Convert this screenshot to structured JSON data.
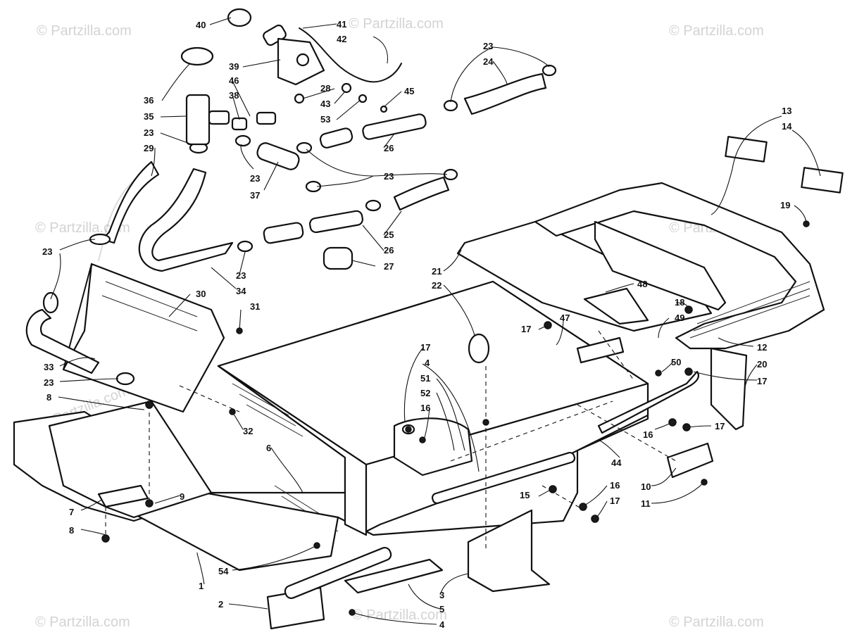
{
  "watermark": "© Partzilla.com",
  "callouts": [
    {
      "id": "c40",
      "text": "40"
    },
    {
      "id": "c41",
      "text": "41"
    },
    {
      "id": "c42",
      "text": "42"
    },
    {
      "id": "c39",
      "text": "39"
    },
    {
      "id": "c36",
      "text": "36"
    },
    {
      "id": "c28",
      "text": "28"
    },
    {
      "id": "c46",
      "text": "46"
    },
    {
      "id": "c38",
      "text": "38"
    },
    {
      "id": "c43",
      "text": "43"
    },
    {
      "id": "c35",
      "text": "35"
    },
    {
      "id": "c53",
      "text": "53"
    },
    {
      "id": "c45",
      "text": "45"
    },
    {
      "id": "c23a",
      "text": "23"
    },
    {
      "id": "c24",
      "text": "24"
    },
    {
      "id": "c23b",
      "text": "23"
    },
    {
      "id": "c29",
      "text": "29"
    },
    {
      "id": "c26a",
      "text": "26"
    },
    {
      "id": "c23c",
      "text": "23"
    },
    {
      "id": "c37",
      "text": "37"
    },
    {
      "id": "c23d",
      "text": "23"
    },
    {
      "id": "c25",
      "text": "25"
    },
    {
      "id": "c26b",
      "text": "26"
    },
    {
      "id": "c27",
      "text": "27"
    },
    {
      "id": "c23e",
      "text": "23"
    },
    {
      "id": "c34",
      "text": "34"
    },
    {
      "id": "c23f",
      "text": "23"
    },
    {
      "id": "c30",
      "text": "30"
    },
    {
      "id": "c31",
      "text": "31"
    },
    {
      "id": "c33",
      "text": "33"
    },
    {
      "id": "c23g",
      "text": "23"
    },
    {
      "id": "c8a",
      "text": "8"
    },
    {
      "id": "c32",
      "text": "32"
    },
    {
      "id": "c6",
      "text": "6"
    },
    {
      "id": "c9",
      "text": "9"
    },
    {
      "id": "c7",
      "text": "7"
    },
    {
      "id": "c8b",
      "text": "8"
    },
    {
      "id": "c54",
      "text": "54"
    },
    {
      "id": "c1",
      "text": "1"
    },
    {
      "id": "c2",
      "text": "2"
    },
    {
      "id": "c4a",
      "text": "4"
    },
    {
      "id": "c3",
      "text": "3"
    },
    {
      "id": "c5",
      "text": "5"
    },
    {
      "id": "c21",
      "text": "21"
    },
    {
      "id": "c22",
      "text": "22"
    },
    {
      "id": "c17a",
      "text": "17"
    },
    {
      "id": "c47",
      "text": "47"
    },
    {
      "id": "c48",
      "text": "48"
    },
    {
      "id": "c17b",
      "text": "17"
    },
    {
      "id": "c4b",
      "text": "4"
    },
    {
      "id": "c51",
      "text": "51"
    },
    {
      "id": "c52",
      "text": "52"
    },
    {
      "id": "c16a",
      "text": "16"
    },
    {
      "id": "c18",
      "text": "18"
    },
    {
      "id": "c49",
      "text": "49"
    },
    {
      "id": "c50",
      "text": "50"
    },
    {
      "id": "c12",
      "text": "12"
    },
    {
      "id": "c20",
      "text": "20"
    },
    {
      "id": "c17c",
      "text": "17"
    },
    {
      "id": "c16b",
      "text": "16"
    },
    {
      "id": "c17d",
      "text": "17"
    },
    {
      "id": "c44",
      "text": "44"
    },
    {
      "id": "c10",
      "text": "10"
    },
    {
      "id": "c11",
      "text": "11"
    },
    {
      "id": "c15",
      "text": "15"
    },
    {
      "id": "c16c",
      "text": "16"
    },
    {
      "id": "c17e",
      "text": "17"
    },
    {
      "id": "c13",
      "text": "13"
    },
    {
      "id": "c14",
      "text": "14"
    },
    {
      "id": "c19",
      "text": "19"
    }
  ]
}
